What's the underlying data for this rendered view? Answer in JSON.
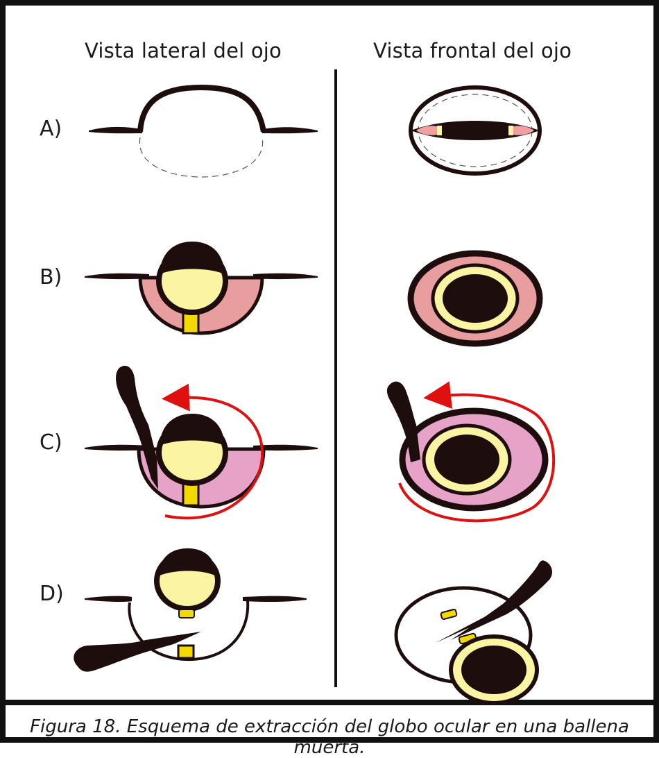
{
  "titles": {
    "left": "Vista lateral del ojo",
    "right": "Vista frontal del ojo"
  },
  "rows": [
    {
      "label": "A)"
    },
    {
      "label": "B)"
    },
    {
      "label": "C)"
    },
    {
      "label": "D)"
    }
  ],
  "caption": "Figura 18. Esquema de extracción del globo ocular en una ballena muerta.",
  "colors": {
    "outline": "#1e0d0d",
    "lens": "#fbf4a3",
    "tissue_b": "#e89e9e",
    "tissue_c": "#e6a2c7",
    "muscle": "#f2da00",
    "arrow": "#e01010",
    "eyelid_pink": "#f0a0a0"
  }
}
